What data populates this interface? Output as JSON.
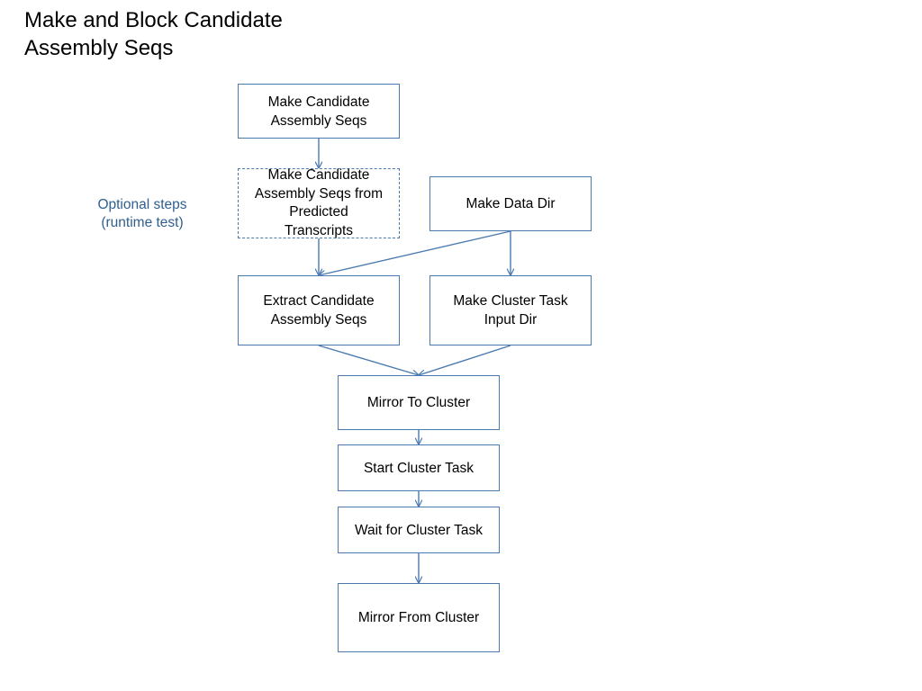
{
  "title": "Make and Block Candidate\nAssembly  Seqs",
  "note": "Optional steps\n(runtime test)",
  "colors": {
    "border": "#4a7ab0",
    "arrow": "#4a7ab0",
    "note_text": "#2f5f8f"
  },
  "nodes": [
    {
      "id": "n1",
      "label": "Make Candidate\nAssembly Seqs",
      "style": "solid"
    },
    {
      "id": "n2",
      "label": "Make Candidate\nAssembly Seqs from\nPredicted\nTranscripts",
      "style": "dashed"
    },
    {
      "id": "n3",
      "label": "Make Data Dir",
      "style": "solid"
    },
    {
      "id": "n4",
      "label": "Extract Candidate\nAssembly Seqs",
      "style": "solid"
    },
    {
      "id": "n5",
      "label": "Make Cluster Task\nInput Dir",
      "style": "solid"
    },
    {
      "id": "n6",
      "label": "Mirror To Cluster",
      "style": "solid"
    },
    {
      "id": "n7",
      "label": "Start Cluster Task",
      "style": "solid"
    },
    {
      "id": "n8",
      "label": "Wait for Cluster Task",
      "style": "solid"
    },
    {
      "id": "n9",
      "label": "Mirror From Cluster",
      "style": "solid"
    }
  ],
  "edges": [
    {
      "from": "n1",
      "to": "n2"
    },
    {
      "from": "n2",
      "to": "n4"
    },
    {
      "from": "n3",
      "to": "n4"
    },
    {
      "from": "n3",
      "to": "n5"
    },
    {
      "from": "n4",
      "to": "n6"
    },
    {
      "from": "n5",
      "to": "n6"
    },
    {
      "from": "n6",
      "to": "n7"
    },
    {
      "from": "n7",
      "to": "n8"
    },
    {
      "from": "n8",
      "to": "n9"
    }
  ]
}
